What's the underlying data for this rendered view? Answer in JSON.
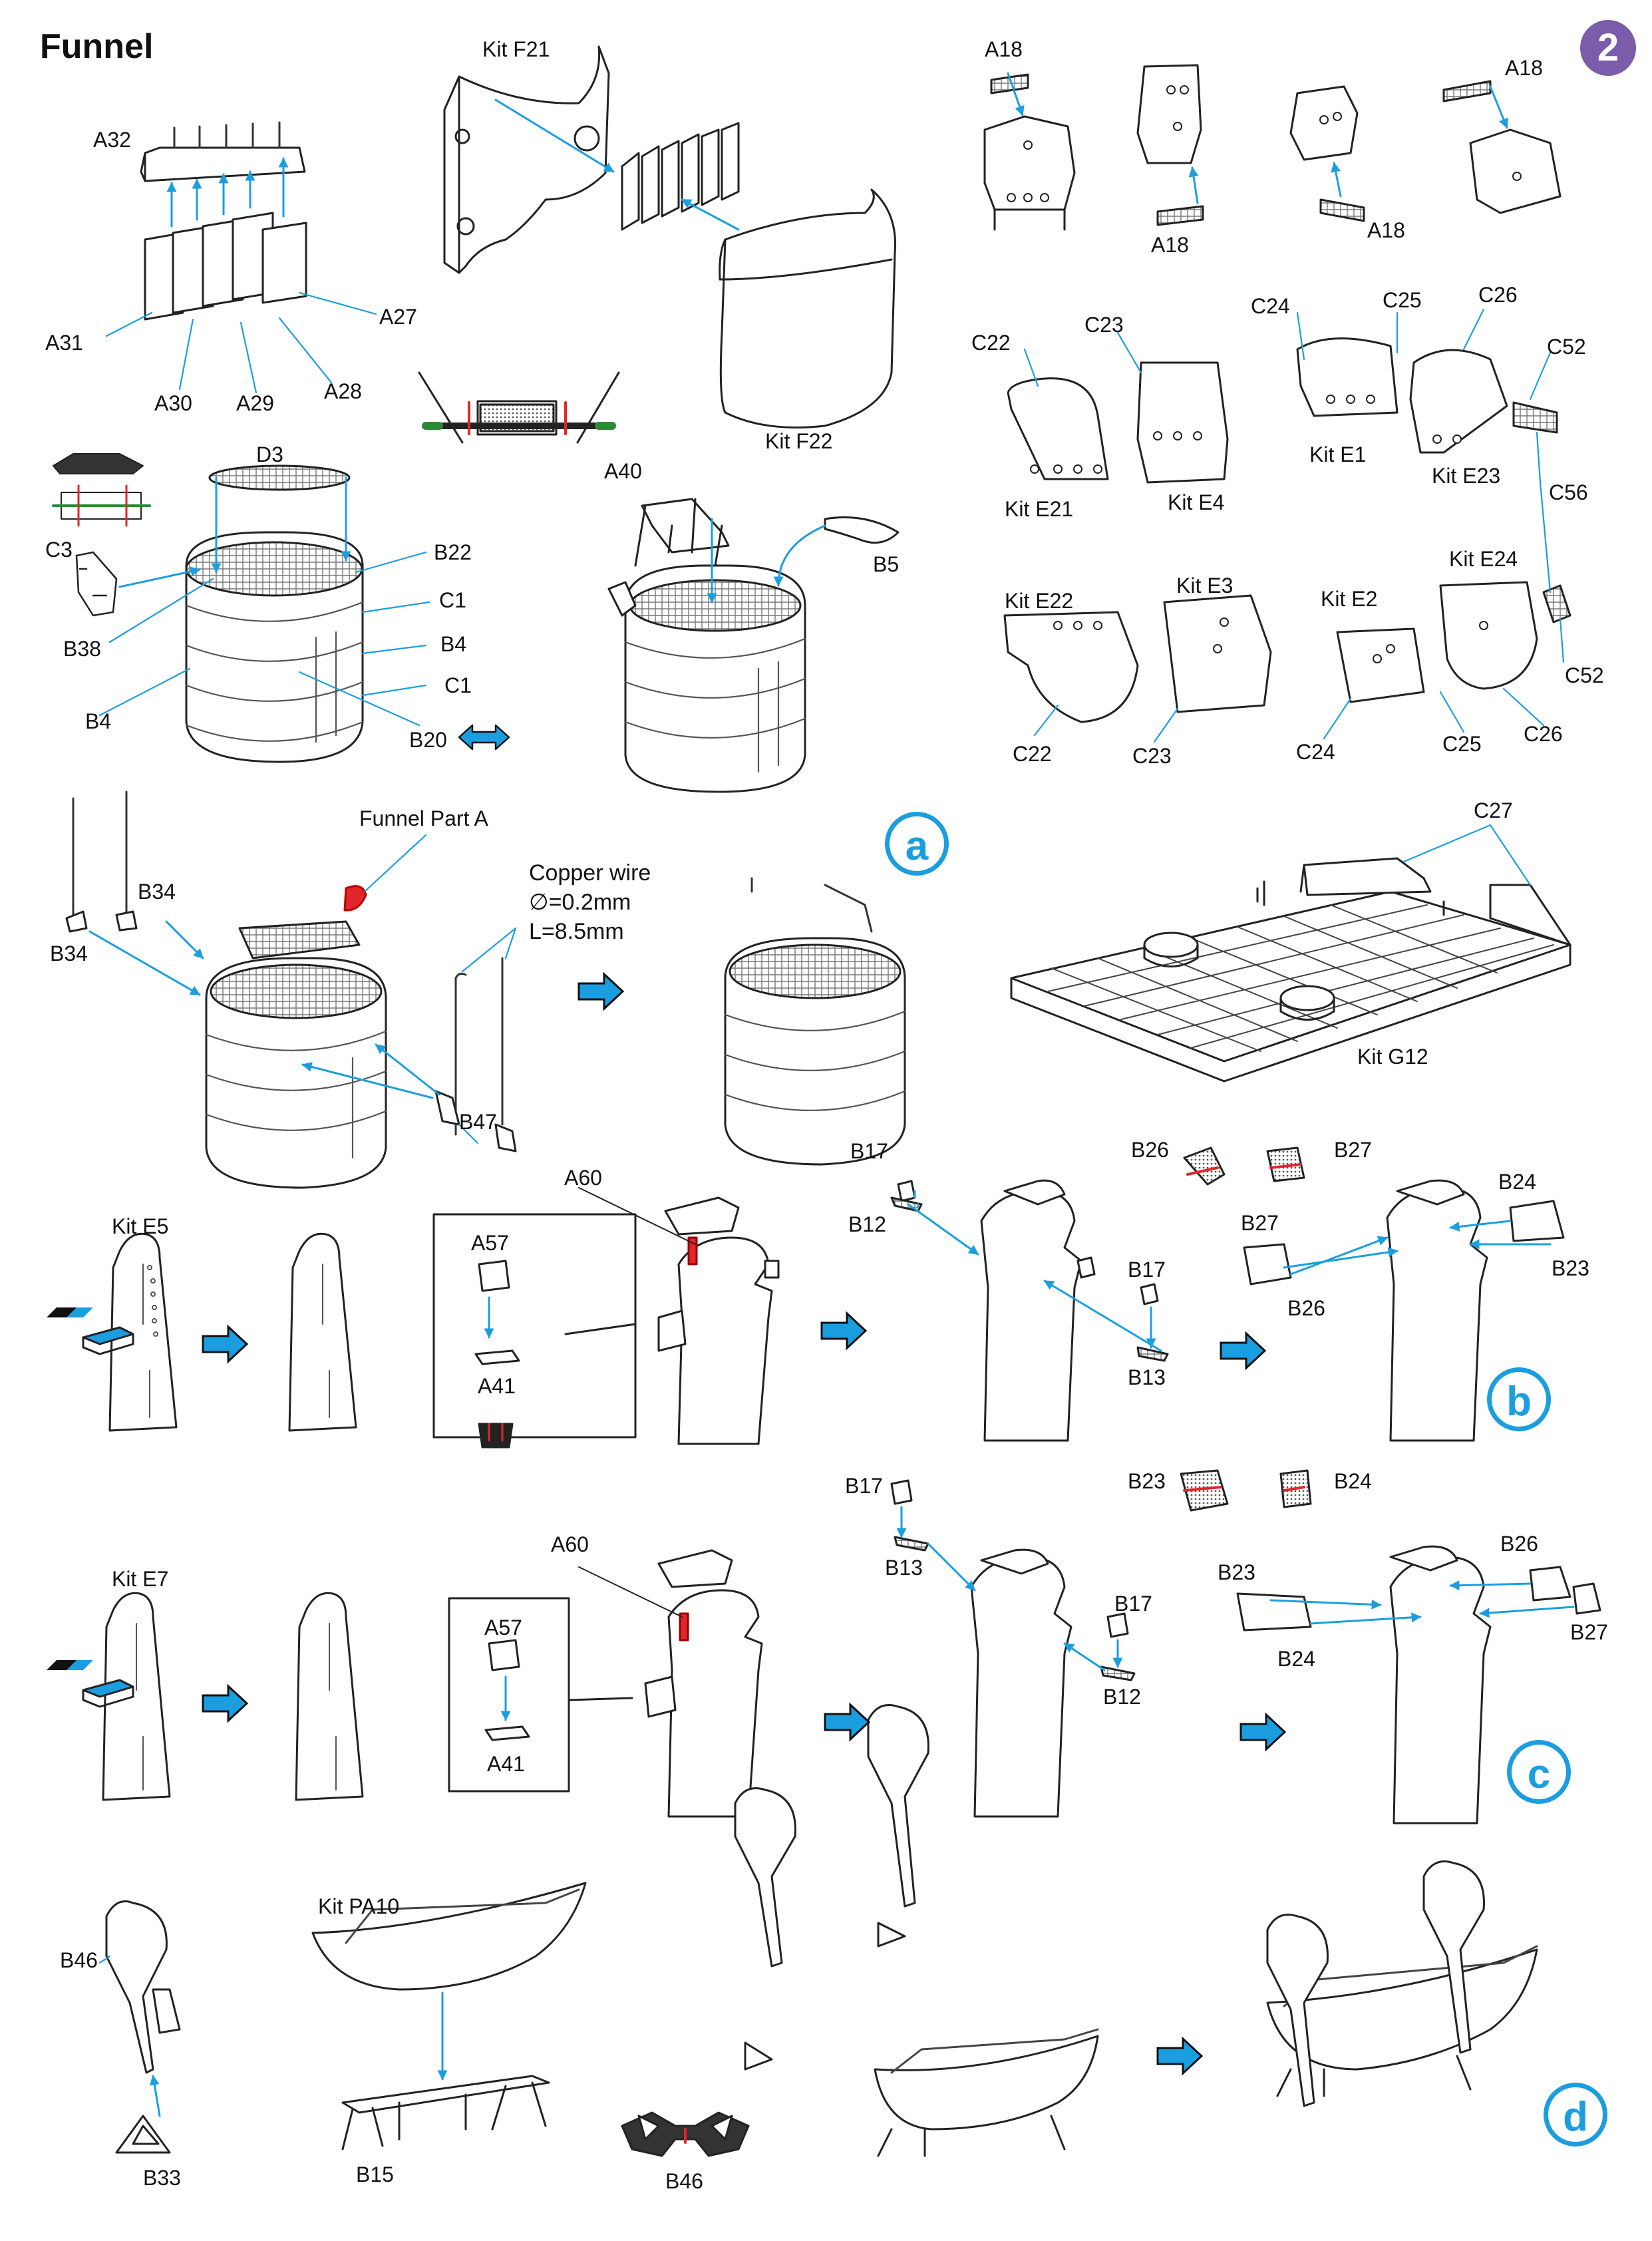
{
  "header": {
    "title": "Funnel",
    "step_number": "2"
  },
  "sub_steps": {
    "a": "a",
    "b": "b",
    "c": "c",
    "d": "d"
  },
  "colors": {
    "arrow": "#1b9ee0",
    "badge": "#7a5cab",
    "highlight": "#e0262b",
    "part_line": "#222222"
  },
  "icons": {
    "assembly_arrow": "arrow-right-icon",
    "mirror_arrow": "double-arrow-icon"
  },
  "funnel_vanes": {
    "labels": {
      "a32": "A32",
      "a31": "A31",
      "a30": "A30",
      "a29": "A29",
      "a28": "A28",
      "a27": "A27"
    }
  },
  "funnel_casing": {
    "kit_f21": "Kit F21",
    "kit_f22": "Kit F22"
  },
  "funnel_top": {
    "labels": {
      "d3": "D3",
      "c3": "C3",
      "b38": "B38",
      "b22": "B22",
      "c1a": "C1",
      "b4a": "B4",
      "c1b": "C1",
      "b4b": "B4",
      "b20": "B20",
      "a40": "A40",
      "b5": "B5"
    }
  },
  "platforms": {
    "labels": {
      "a18_1": "A18",
      "a18_2": "A18",
      "a18_3": "A18",
      "a18_4": "A18",
      "c22a": "C22",
      "c23a": "C23",
      "kit_e21": "Kit E21",
      "kit_e4": "Kit E4",
      "c24a": "C24",
      "c25a": "C25",
      "c26a": "C26",
      "c52a": "C52",
      "kit_e1": "Kit E1",
      "kit_e23": "Kit E23",
      "c56": "C56",
      "kit_e22": "Kit E22",
      "kit_e3": "Kit E3",
      "kit_e2": "Kit E2",
      "kit_e24": "Kit E24",
      "c22b": "C22",
      "c23b": "C23",
      "c24b": "C24",
      "c25b": "C25",
      "c26b": "C26",
      "c52b": "C52"
    }
  },
  "step_a": {
    "labels": {
      "funnel_part_a": "Funnel Part A",
      "b34a": "B34",
      "b34b": "B34",
      "b47": "B47"
    },
    "wire": {
      "line1": "Copper wire",
      "line2": "∅=0.2mm",
      "line3": "L=8.5mm"
    }
  },
  "deck": {
    "labels": {
      "c27": "C27",
      "kit_g12": "Kit G12"
    }
  },
  "step_b": {
    "labels": {
      "kit_e5": "Kit E5",
      "a60": "A60",
      "a57": "A57",
      "a41": "A41",
      "b17a": "B17",
      "b12": "B12",
      "b17b": "B17",
      "b13": "B13",
      "b26a": "B26",
      "b27a": "B27",
      "b24": "B24",
      "b27b": "B27",
      "b23": "B23",
      "b26b": "B26"
    }
  },
  "step_c": {
    "labels": {
      "kit_e7": "Kit E7",
      "a60": "A60",
      "a57": "A57",
      "a41": "A41",
      "b17a": "B17",
      "b13": "B13",
      "b17b": "B17",
      "b12": "B12",
      "b23a": "B23",
      "b24a": "B24",
      "b23b": "B23",
      "b26": "B26",
      "b24b": "B24",
      "b27": "B27"
    }
  },
  "step_d": {
    "labels": {
      "b46a": "B46",
      "kit_pa10": "Kit PA10",
      "b33": "B33",
      "b15": "B15",
      "b46b": "B46"
    }
  }
}
